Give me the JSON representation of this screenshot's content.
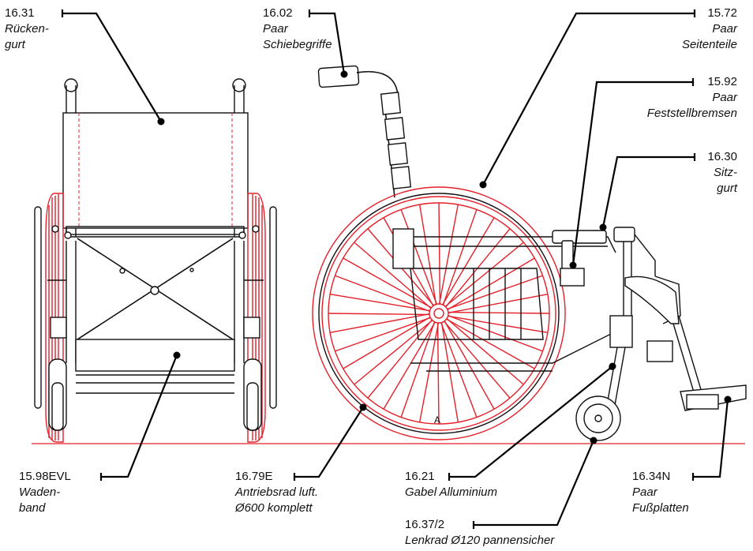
{
  "labels": {
    "backrest_belt": {
      "code": "16.31",
      "lines": [
        "Rücken-",
        "gurt"
      ]
    },
    "push_handles": {
      "code": "16.02",
      "lines": [
        "Paar",
        "Schiebegriffe"
      ]
    },
    "side_panels": {
      "code": "15.72",
      "lines": [
        "Paar",
        "Seitenteile"
      ]
    },
    "parking_brakes": {
      "code": "15.92",
      "lines": [
        "Paar",
        "Feststellbremsen"
      ]
    },
    "seat_belt": {
      "code": "16.30",
      "lines": [
        "Sitz-",
        "gurt"
      ]
    },
    "calf_strap": {
      "code": "15.98EVL",
      "lines": [
        "Waden-",
        "band"
      ]
    },
    "drive_wheel": {
      "code": "16.79E",
      "lines": [
        "Antriebsrad luft.",
        "Ø600 komplett"
      ]
    },
    "fork": {
      "code": "16.21",
      "lines": [
        "Gabel Alluminium"
      ]
    },
    "footplates": {
      "code": "16.34N",
      "lines": [
        "Paar",
        "Fußplatten"
      ]
    },
    "caster_wheel": {
      "code": "16.37/2",
      "lines": [
        "Lenkrad Ø120 pannensicher"
      ]
    }
  },
  "colors": {
    "line": "#111111",
    "accent": "#e4202a"
  }
}
